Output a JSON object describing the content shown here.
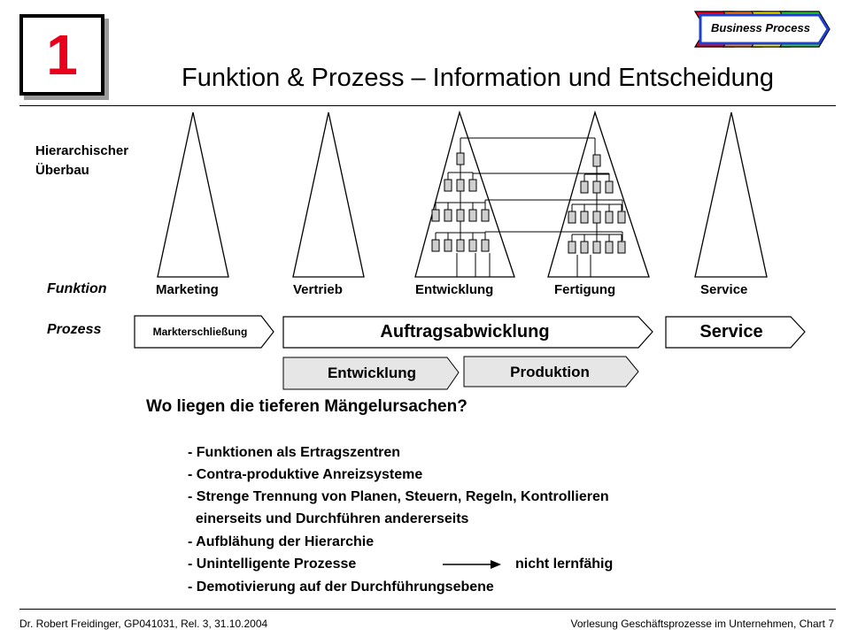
{
  "header": {
    "number": "1",
    "title": "Funktion & Prozess – Information und Entscheidung",
    "logo_text": "Business Process",
    "logo_colors": [
      "#e8001c",
      "#f07c1a",
      "#f2e600",
      "#33cc33",
      "#1f3fd0"
    ]
  },
  "diagram": {
    "hierarchy_label": [
      "Hierarchischer",
      "Überbau"
    ],
    "row_labels": {
      "function": "Funktion",
      "process": "Prozess"
    },
    "functions": [
      "Marketing",
      "Vertrieb",
      "Entwicklung",
      "Fertigung",
      "Service"
    ],
    "processes": {
      "market": "Markterschließung",
      "order": "Auftragsabwicklung",
      "service": "Service",
      "development": "Entwicklung",
      "production": "Produktion"
    }
  },
  "content": {
    "question": "Wo liegen die tieferen Mängelursachen?",
    "bullets": [
      "- Funktionen als Ertragszentren",
      "- Contra-produktive Anreizsysteme",
      "- Strenge Trennung von Planen, Steuern, Regeln, Kontrollieren",
      "  einerseits und Durchführen andererseits",
      "- Aufblähung der Hierarchie",
      "- Unintelligente Prozesse",
      "- Demotivierung auf der Durchführungsebene"
    ],
    "arrow_result": "nicht lernfähig"
  },
  "footer": {
    "left": "Dr. Robert Freidinger, GP041031, Rel. 3, 31.10.2004",
    "right": "Vorlesung Geschäftsprozesse im Unternehmen,  Chart 7"
  }
}
